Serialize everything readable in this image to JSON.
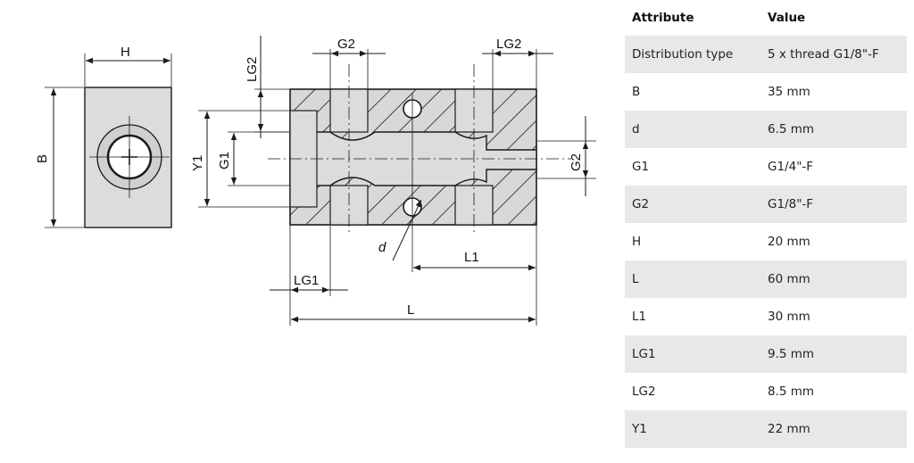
{
  "drawing": {
    "labels": {
      "H": "H",
      "B": "B",
      "G2_top": "G2",
      "LG2_top": "LG2",
      "LG2_left": "LG2",
      "Y1": "Y1",
      "G1": "G1",
      "G2_right": "G2",
      "d": "d",
      "L1": "L1",
      "LG1": "LG1",
      "L": "L"
    },
    "colors": {
      "body": "#dcdcdc",
      "lines": "#1a1a1a"
    }
  },
  "table": {
    "headers": {
      "attribute": "Attribute",
      "value": "Value"
    },
    "rows": [
      {
        "attribute": "Distribution type",
        "value": "5 x thread G1/8\"-F"
      },
      {
        "attribute": "B",
        "value": "35 mm"
      },
      {
        "attribute": "d",
        "value": "6.5 mm"
      },
      {
        "attribute": "G1",
        "value": "G1/4\"-F"
      },
      {
        "attribute": "G2",
        "value": "G1/8\"-F"
      },
      {
        "attribute": "H",
        "value": "20 mm"
      },
      {
        "attribute": "L",
        "value": "60 mm"
      },
      {
        "attribute": "L1",
        "value": "30 mm"
      },
      {
        "attribute": "LG1",
        "value": "9.5 mm"
      },
      {
        "attribute": "LG2",
        "value": "8.5 mm"
      },
      {
        "attribute": "Y1",
        "value": "22 mm"
      }
    ]
  }
}
